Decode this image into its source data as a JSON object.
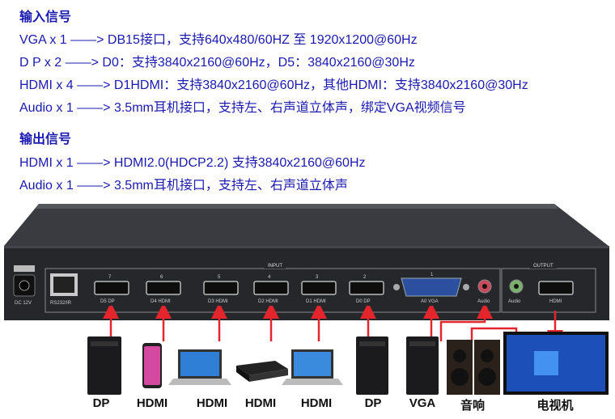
{
  "input": {
    "heading": "输入信号",
    "lines": [
      "VGA x 1 ——> DB15接口，支持640x480/60HZ 至 1920x1200@60Hz",
      "D P x 2 ——> D0：支持3840x2160@60Hz，D5：3840x2160@30Hz",
      "HDMI x 4 ——> D1HDMI：支持3840x2160@60Hz，其他HDMI：支持3840x2160@30Hz",
      "Audio x 1 ——> 3.5mm耳机接口，支持左、右声道立体声，绑定VGA视频信号"
    ]
  },
  "output": {
    "heading": "输出信号",
    "lines": [
      "HDMI x 1 ——> HDMI2.0(HDCP2.2) 支持3840x2160@60Hz",
      "Audio x 1 ——> 3.5mm耳机接口，支持左、右声道立体声"
    ]
  },
  "panel": {
    "input_group": "INPUT",
    "output_group": "OUTPUT",
    "dc": "DC 12V",
    "rs232": "RS232/IR",
    "ports": [
      {
        "num": "7",
        "label": "D5 DP"
      },
      {
        "num": "6",
        "label": "D4 HDMI"
      },
      {
        "num": "5",
        "label": "D3 HDMI"
      },
      {
        "num": "4",
        "label": "D2 HDMI"
      },
      {
        "num": "3",
        "label": "D1 HDMI"
      },
      {
        "num": "2",
        "label": "D0 DP"
      },
      {
        "num": "1",
        "label": "A0 VGA"
      }
    ],
    "audio_in": "Audio",
    "audio_out": "Audio",
    "hdmi_out": "HDMI"
  },
  "devices": [
    "DP",
    "HDMI",
    "HDMI",
    "HDMI",
    "HDMI",
    "DP",
    "VGA",
    "音响",
    "电视机"
  ],
  "colors": {
    "text": "#1a1ab0",
    "arrow": "#e4262c",
    "panel": "#26272b"
  }
}
